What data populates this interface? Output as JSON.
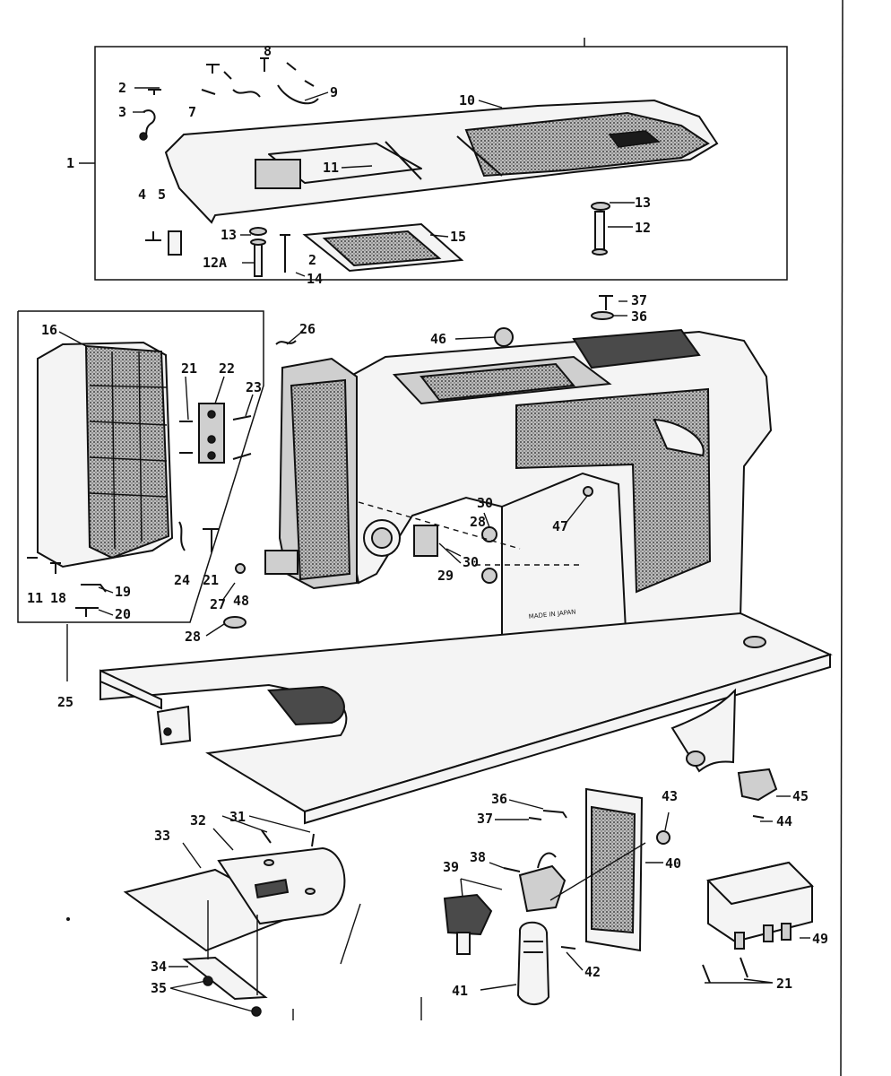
{
  "diagram": {
    "label_plate": "MADE IN JAPAN",
    "callouts": {
      "c1": "1",
      "c2": "2",
      "c2b": "2",
      "c3": "3",
      "c4": "4",
      "c5": "5",
      "c7": "7",
      "c8": "8",
      "c9": "9",
      "c10": "10",
      "c11": "11",
      "c11b": "11",
      "c12": "12",
      "c12a": "12A",
      "c13": "13",
      "c13b": "13",
      "c14": "14",
      "c15": "15",
      "c16": "16",
      "c18": "18",
      "c19": "19",
      "c20": "20",
      "c21": "21",
      "c21b": "21",
      "c21c": "21",
      "c22": "22",
      "c23": "23",
      "c24": "24",
      "c25": "25",
      "c26": "26",
      "c27": "27",
      "c28": "28",
      "c28b": "28",
      "c29": "29",
      "c30": "30",
      "c30b": "30",
      "c31": "31",
      "c32": "32",
      "c33": "33",
      "c34": "34",
      "c35": "35",
      "c36": "36",
      "c36b": "36",
      "c37": "37",
      "c37b": "37",
      "c38": "38",
      "c39": "39",
      "c40": "40",
      "c41": "41",
      "c42": "42",
      "c43": "43",
      "c44": "44",
      "c45": "45",
      "c46": "46",
      "c47": "47",
      "c48": "48",
      "c49": "49"
    }
  }
}
